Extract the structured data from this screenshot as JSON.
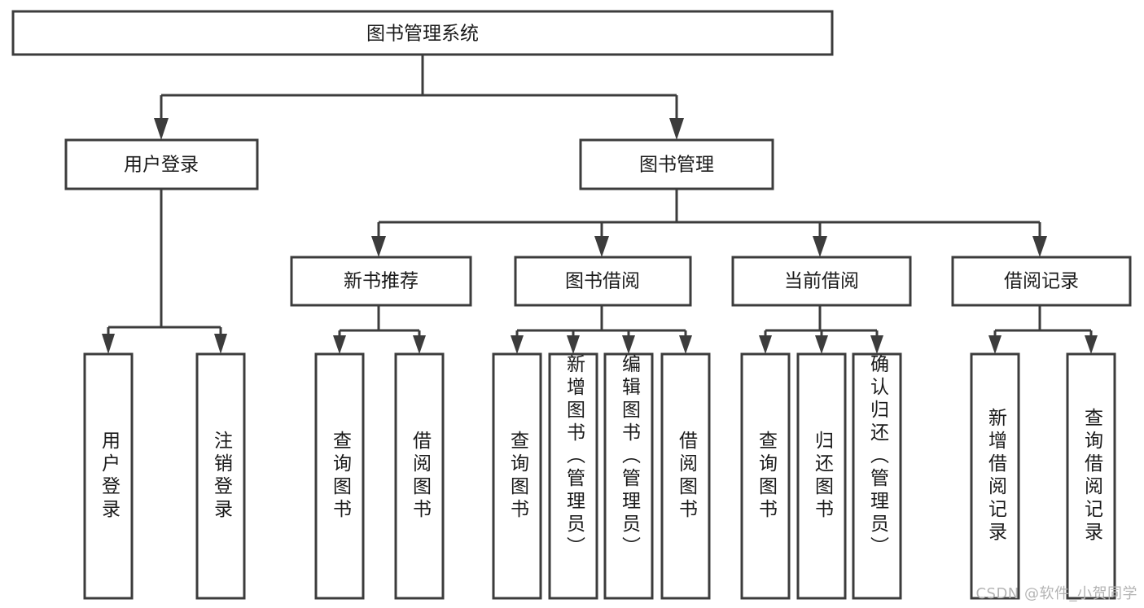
{
  "diagram": {
    "type": "tree",
    "title": "图书管理系统",
    "colors": {
      "background": "#ffffff",
      "box_border": "#3c3c3c",
      "box_fill": "#ffffff",
      "text": "#1a1a1a",
      "watermark": "#b4b4b4"
    },
    "root": {
      "label": "图书管理系统"
    },
    "level2": [
      {
        "label": "用户登录"
      },
      {
        "label": "图书管理"
      }
    ],
    "level3": [
      {
        "label": "新书推荐"
      },
      {
        "label": "图书借阅"
      },
      {
        "label": "当前借阅"
      },
      {
        "label": "借阅记录"
      }
    ],
    "leaves": {
      "user_login": [
        {
          "label": "用户登录"
        },
        {
          "label": "注销登录"
        }
      ],
      "new_book_recommend": [
        {
          "label": "查询图书"
        },
        {
          "label": "借阅图书"
        }
      ],
      "book_borrow": [
        {
          "label": "查询图书"
        },
        {
          "label": "新增图书（管理员）"
        },
        {
          "label": "编辑图书（管理员）"
        },
        {
          "label": "借阅图书"
        }
      ],
      "current_borrow": [
        {
          "label": "查询图书"
        },
        {
          "label": "归还图书"
        },
        {
          "label": "确认归还（管理员）"
        }
      ],
      "borrow_record": [
        {
          "label": "新增借阅记录"
        },
        {
          "label": "查询借阅记录"
        }
      ]
    }
  },
  "watermark": {
    "text": "CSDN @软件_小贺同学"
  }
}
